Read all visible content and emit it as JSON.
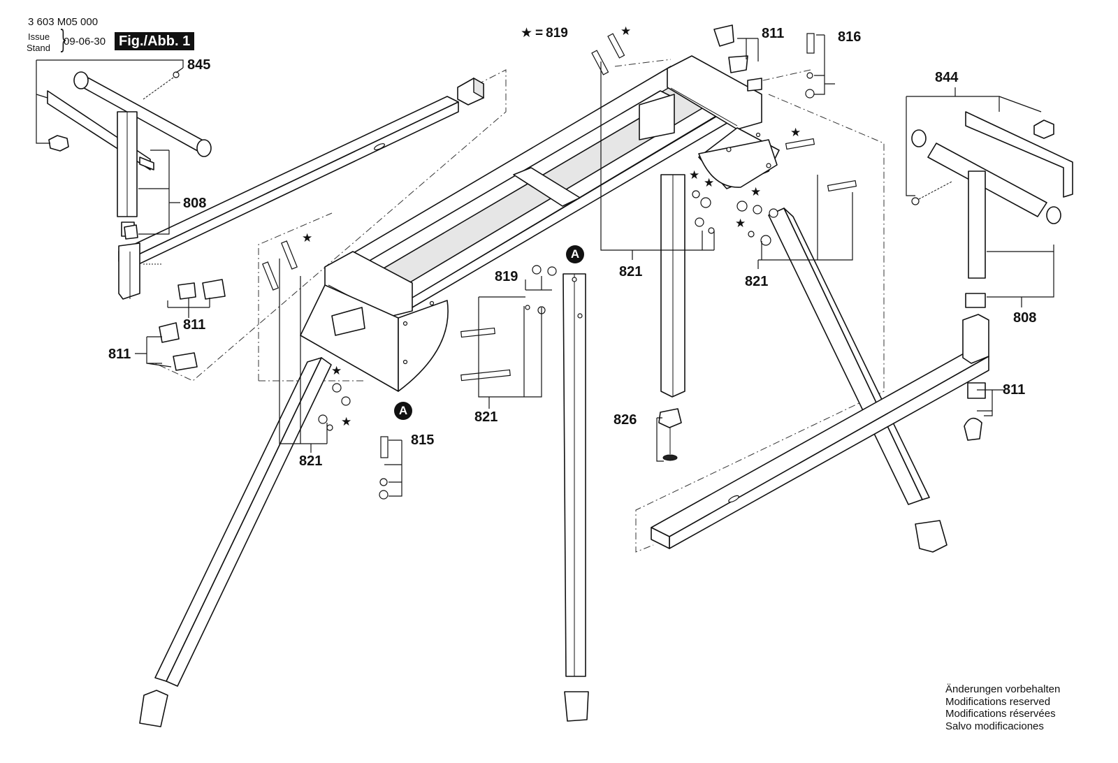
{
  "header": {
    "doc_number": "3 603 M05 000",
    "issue_label": "Issue",
    "stand_label": "Stand",
    "brace": "}",
    "issue_date": "09-06-30",
    "figure_label": "Fig./Abb. 1"
  },
  "legend": {
    "star_symbol": "★",
    "equals": "=",
    "star_part": "819"
  },
  "callouts": {
    "p845": "845",
    "p808_left": "808",
    "p811_left_a": "811",
    "p811_left_b": "811",
    "p821_a": "821",
    "p821_b": "821",
    "p819": "819",
    "p815": "815",
    "p821_c": "821",
    "p811_top": "811",
    "p816": "816",
    "p821_d": "821",
    "p826": "826",
    "p844": "844",
    "p808_right": "808",
    "p811_right": "811"
  },
  "markers": {
    "a_left": "A",
    "a_center": "A"
  },
  "notices": [
    "Änderungen vorbehalten",
    "Modifications reserved",
    "Modifications réservées",
    "Salvo modificaciones"
  ]
}
